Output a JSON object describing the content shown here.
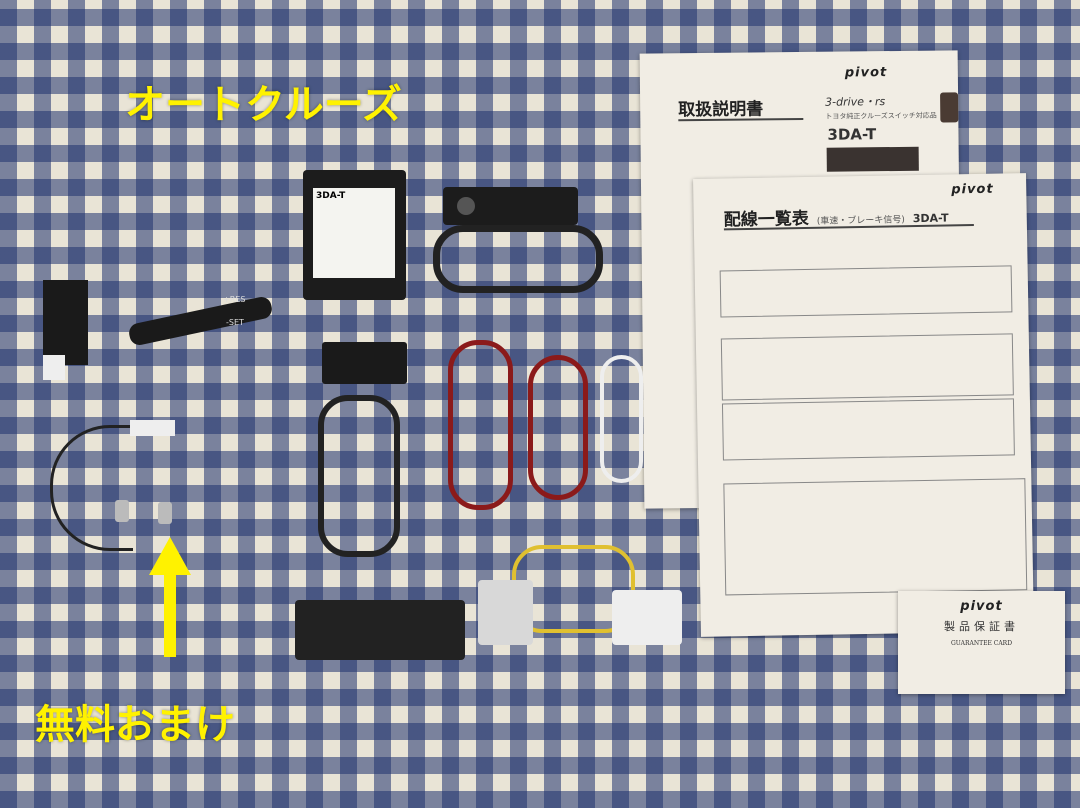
{
  "overlay": {
    "title": "オートクルーズ",
    "bonus_label": "無料おまけ"
  },
  "manual": {
    "heading": "取扱説明書",
    "series": "3-drive・rs",
    "subtitle": "トヨタ純正クルーズスイッチ対応品",
    "model": "3DA-T",
    "brand": "pivot"
  },
  "wiring_sheet": {
    "heading": "配線一覧表",
    "subheading": "(車速・ブレーキ信号)",
    "model": "3DA-T",
    "brand": "pivot"
  },
  "guarantee_card": {
    "brand": "pivot",
    "title_jp": "製品保証書",
    "title_en": "GUARANTEE CARD"
  },
  "ecu_box": {
    "model": "3DA-T"
  },
  "stalk": {
    "res_label": "+RES",
    "set_label": "-SET"
  },
  "colors": {
    "overlay_text": "#fff200",
    "gingham_blue": "#1e326e",
    "paper": "#f1ede4"
  }
}
